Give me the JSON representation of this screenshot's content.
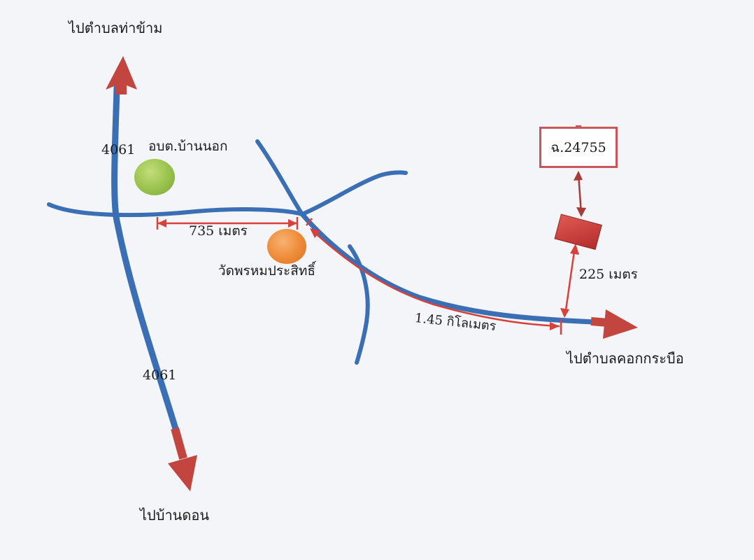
{
  "map": {
    "directions": {
      "north": "ไปตำบลท่าข้าม",
      "south": "ไปบ้านดอน",
      "east": "ไปตำบลคอกกระบือ"
    },
    "roads": {
      "route_north": "4061",
      "route_south": "4061"
    },
    "landmarks": {
      "obt": "อบต.บ้านนอก",
      "temple": "วัดพรหมประสิทธิ์"
    },
    "distances": {
      "to_temple": "735 เมตร",
      "along_road": "1.45 กิโลเมตร",
      "to_plot": "225 เมตร"
    },
    "plot": {
      "deed": "ฉ.24755"
    },
    "colors": {
      "road": "#3a6fb5",
      "arrow": "#c2453f",
      "measure": "#d9403a",
      "obt_marker": "#98c24c",
      "temple_marker": "#ee8a37",
      "plot_marker": "#c93c3a"
    }
  }
}
